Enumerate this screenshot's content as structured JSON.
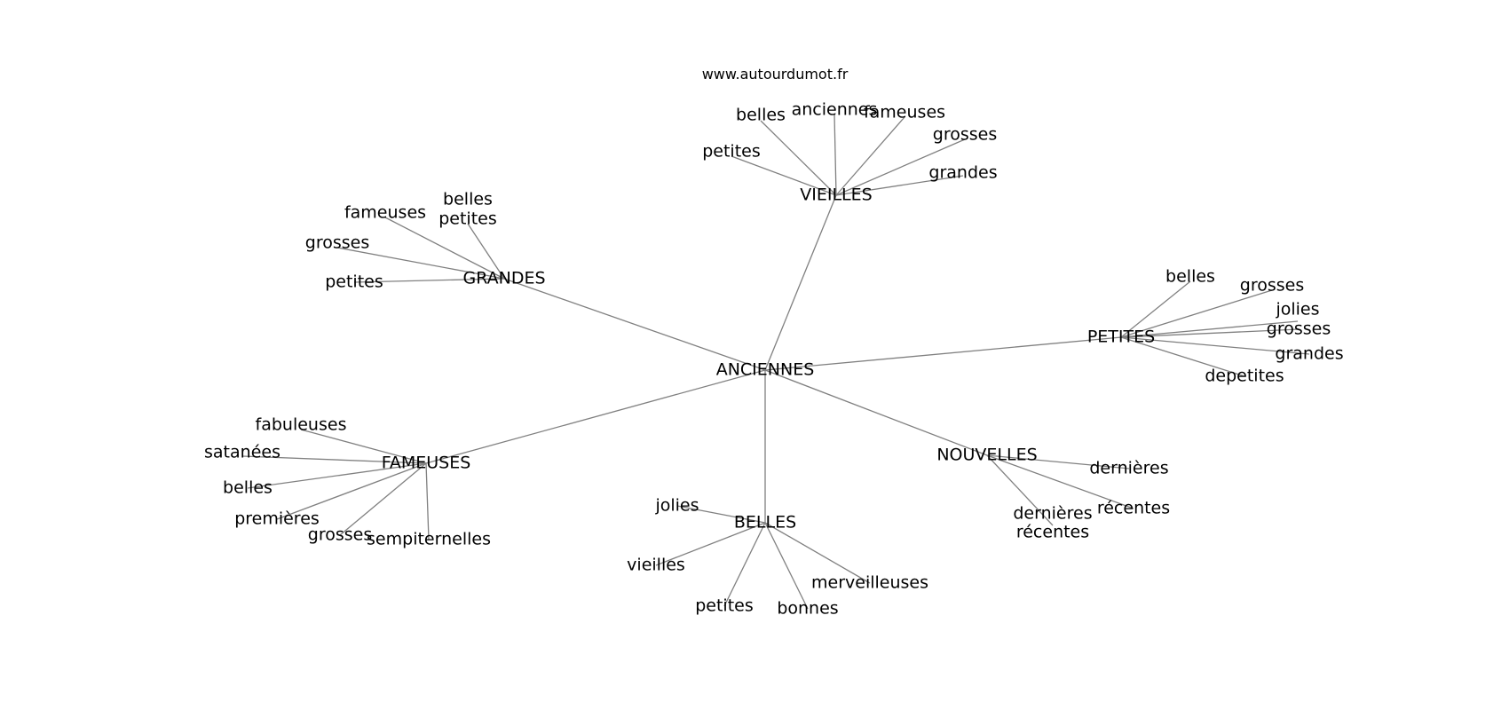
{
  "watermark": "www.autourdumot.fr",
  "colors": {
    "edge": "#808080",
    "text": "#000000",
    "background": "#ffffff"
  },
  "graph": {
    "nodes": [
      {
        "id": "anciennes-center",
        "label": "ANCIENNES"
      },
      {
        "id": "vieilles",
        "label": "VIEILLES"
      },
      {
        "id": "grandes",
        "label": "GRANDES"
      },
      {
        "id": "petites-hub",
        "label": "PETITES"
      },
      {
        "id": "fameuses-hub",
        "label": "FAMEUSES"
      },
      {
        "id": "belles-hub",
        "label": "BELLES"
      },
      {
        "id": "nouvelles",
        "label": "NOUVELLES"
      },
      {
        "id": "vieilles-belles",
        "label": "belles"
      },
      {
        "id": "vieilles-anciennes",
        "label": "anciennes"
      },
      {
        "id": "vieilles-fameuses",
        "label": "fameuses"
      },
      {
        "id": "vieilles-grosses",
        "label": "grosses"
      },
      {
        "id": "vieilles-petites",
        "label": "petites"
      },
      {
        "id": "vieilles-grandes",
        "label": "grandes"
      },
      {
        "id": "grandes-belles",
        "label": "belles"
      },
      {
        "id": "grandes-petites-top",
        "label": "petites"
      },
      {
        "id": "grandes-fameuses",
        "label": "fameuses"
      },
      {
        "id": "grandes-grosses",
        "label": "grosses"
      },
      {
        "id": "grandes-petites",
        "label": "petites"
      },
      {
        "id": "petites-belles",
        "label": "belles"
      },
      {
        "id": "petites-grosses-top",
        "label": "grosses"
      },
      {
        "id": "petites-jolies",
        "label": "jolies"
      },
      {
        "id": "petites-grosses",
        "label": "grosses"
      },
      {
        "id": "petites-grandes",
        "label": "grandes"
      },
      {
        "id": "petites-depetites",
        "label": "depetites"
      },
      {
        "id": "fameuses-fabuleuses",
        "label": "fabuleuses"
      },
      {
        "id": "fameuses-satanees",
        "label": "satanées"
      },
      {
        "id": "fameuses-belles",
        "label": "belles"
      },
      {
        "id": "fameuses-premieres",
        "label": "premières"
      },
      {
        "id": "fameuses-grosses",
        "label": "grosses"
      },
      {
        "id": "fameuses-sempiternelles",
        "label": "sempiternelles"
      },
      {
        "id": "belles-jolies",
        "label": "jolies"
      },
      {
        "id": "belles-vieilles",
        "label": "vieilles"
      },
      {
        "id": "belles-petites",
        "label": "petites"
      },
      {
        "id": "belles-bonnes",
        "label": "bonnes"
      },
      {
        "id": "belles-merveilleuses",
        "label": "merveilleuses"
      },
      {
        "id": "nouvelles-dernieres",
        "label": "dernières"
      },
      {
        "id": "nouvelles-recentes",
        "label": "récentes"
      },
      {
        "id": "nouvelles-dernieres-2",
        "label": "dernières"
      },
      {
        "id": "nouvelles-recentes-2",
        "label": "récentes"
      }
    ],
    "edges": [
      [
        "anciennes-center",
        "vieilles"
      ],
      [
        "anciennes-center",
        "grandes"
      ],
      [
        "anciennes-center",
        "petites-hub"
      ],
      [
        "anciennes-center",
        "fameuses-hub"
      ],
      [
        "anciennes-center",
        "belles-hub"
      ],
      [
        "anciennes-center",
        "nouvelles"
      ],
      [
        "vieilles",
        "vieilles-belles"
      ],
      [
        "vieilles",
        "vieilles-anciennes"
      ],
      [
        "vieilles",
        "vieilles-fameuses"
      ],
      [
        "vieilles",
        "vieilles-grosses"
      ],
      [
        "vieilles",
        "vieilles-petites"
      ],
      [
        "vieilles",
        "vieilles-grandes"
      ],
      [
        "grandes",
        "grandes-petites-top"
      ],
      [
        "grandes",
        "grandes-fameuses"
      ],
      [
        "grandes",
        "grandes-grosses"
      ],
      [
        "grandes",
        "grandes-petites"
      ],
      [
        "petites-hub",
        "petites-belles"
      ],
      [
        "petites-hub",
        "petites-grosses-top"
      ],
      [
        "petites-hub",
        "petites-jolies"
      ],
      [
        "petites-hub",
        "petites-grosses"
      ],
      [
        "petites-hub",
        "petites-grandes"
      ],
      [
        "petites-hub",
        "petites-depetites"
      ],
      [
        "fameuses-hub",
        "fameuses-fabuleuses"
      ],
      [
        "fameuses-hub",
        "fameuses-satanees"
      ],
      [
        "fameuses-hub",
        "fameuses-belles"
      ],
      [
        "fameuses-hub",
        "fameuses-premieres"
      ],
      [
        "fameuses-hub",
        "fameuses-grosses"
      ],
      [
        "fameuses-hub",
        "fameuses-sempiternelles"
      ],
      [
        "belles-hub",
        "belles-jolies"
      ],
      [
        "belles-hub",
        "belles-vieilles"
      ],
      [
        "belles-hub",
        "belles-petites"
      ],
      [
        "belles-hub",
        "belles-bonnes"
      ],
      [
        "belles-hub",
        "belles-merveilleuses"
      ],
      [
        "nouvelles",
        "nouvelles-dernieres"
      ],
      [
        "nouvelles",
        "nouvelles-recentes"
      ],
      [
        "nouvelles",
        "nouvelles-dernieres-2"
      ]
    ]
  }
}
